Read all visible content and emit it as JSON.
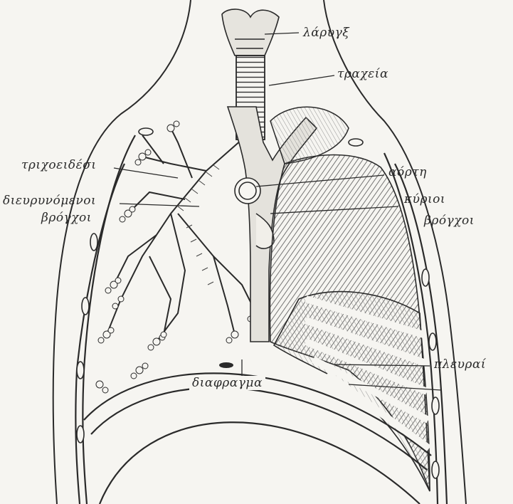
{
  "labels": {
    "larynx": "λάρυγξ",
    "trachea": "τραχεία",
    "capillary_line1": "τριχοειδέσι",
    "capillary_line2": "διευρυνόμενοι",
    "capillary_line3": "βρόγχοι",
    "aorta": "αόρτη",
    "main_bronchi_line1": "κύριοι",
    "main_bronchi_line2": "βρόγχοι",
    "pleura": "πλευραί",
    "diaphragm": "διαφραγμα"
  },
  "colors": {
    "paper": "#f6f5f1",
    "ink": "#2a2a2a",
    "shade": "#777777"
  }
}
